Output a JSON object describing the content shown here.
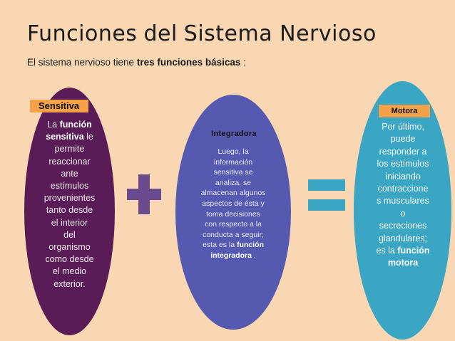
{
  "slide": {
    "title_words": [
      "Funciones",
      "del",
      "Sistema Nervioso"
    ],
    "subtitle": {
      "before": "El sistema nervioso tiene ",
      "bold": "tres funciones básicas",
      "after": " :"
    },
    "colors": {
      "background": "#f9d7b2",
      "sensitiva_oval": "#5a1c56",
      "integradora_oval": "#5559b0",
      "motora_oval": "#3aa6c4",
      "heading_box": "#f4a14a",
      "plus_sign": "#6b4a8f",
      "equals_sign": "#3aa6c4"
    }
  },
  "sensitiva": {
    "heading": "Sensitiva",
    "lines": [
      {
        "text": "La ",
        "bold": "función"
      },
      {
        "bold": "sensitiva",
        "text": " le"
      },
      {
        "text": "permite"
      },
      {
        "text": "reaccionar"
      },
      {
        "text": "ante"
      },
      {
        "text": "estímulos"
      },
      {
        "text": "provenientes"
      },
      {
        "text": "tanto desde"
      },
      {
        "text": "el interior"
      },
      {
        "text": "del"
      },
      {
        "text": "organismo"
      },
      {
        "text": "como desde"
      },
      {
        "text": "el medio"
      },
      {
        "text": "exterior."
      }
    ]
  },
  "operator_plus": {
    "icon": "plus-sign-icon"
  },
  "integradora": {
    "heading": "Integradora",
    "lines": [
      {
        "text": "Luego, la"
      },
      {
        "text": "información"
      },
      {
        "text": "sensitiva se"
      },
      {
        "text": "analiza, se"
      },
      {
        "text": "almacenan algunos"
      },
      {
        "text": "aspectos de ésta y"
      },
      {
        "text": "toma decisiones"
      },
      {
        "text": "con respecto a la"
      },
      {
        "text": "conducta a seguir;"
      },
      {
        "text": "esta es la ",
        "bold": "función"
      },
      {
        "bold": "integradora",
        "text": " ."
      }
    ]
  },
  "operator_equals": {
    "icon": "equals-sign-icon"
  },
  "motora": {
    "heading": "Motora",
    "lines": [
      {
        "text": "Por último,"
      },
      {
        "text": "puede"
      },
      {
        "text": "responder a"
      },
      {
        "text": "los estímulos"
      },
      {
        "text": "iniciando"
      },
      {
        "text": "contraccione"
      },
      {
        "text": "s musculares"
      },
      {
        "text": "o"
      },
      {
        "text": "secreciones"
      },
      {
        "text": "glandulares;"
      },
      {
        "text": "es la ",
        "bold": "función"
      },
      {
        "bold": "motora"
      }
    ]
  }
}
